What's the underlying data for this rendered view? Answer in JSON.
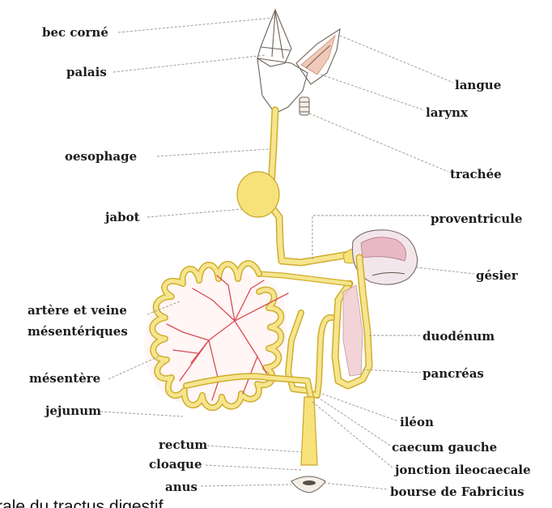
{
  "labels": {
    "bec_corne": "bec corné",
    "palais": "palais",
    "langue": "langue",
    "larynx": "larynx",
    "oesophage": "oesophage",
    "trachee": "trachée",
    "jabot": "jabot",
    "proventricule": "proventricule",
    "gesier": "gésier",
    "artere_veine_1": "artère et veine",
    "artere_veine_2": "mésentériques",
    "duodenum": "duodénum",
    "mesentere": "mésentère",
    "pancreas": "pancréas",
    "jejunum": "jejunum",
    "ileon": "iléon",
    "rectum": "rectum",
    "caecum_gauche": "caecum gauche",
    "cloaque": "cloaque",
    "jonction": "jonction ileocaecale",
    "anus": "anus",
    "bourse": "bourse de Fabricius"
  },
  "caption_fragment": "rale du tractus digestif",
  "colors": {
    "digestive_tract": "#f6e58f",
    "vessels": "#d94b54",
    "gizzard": "#e8b9c4"
  }
}
